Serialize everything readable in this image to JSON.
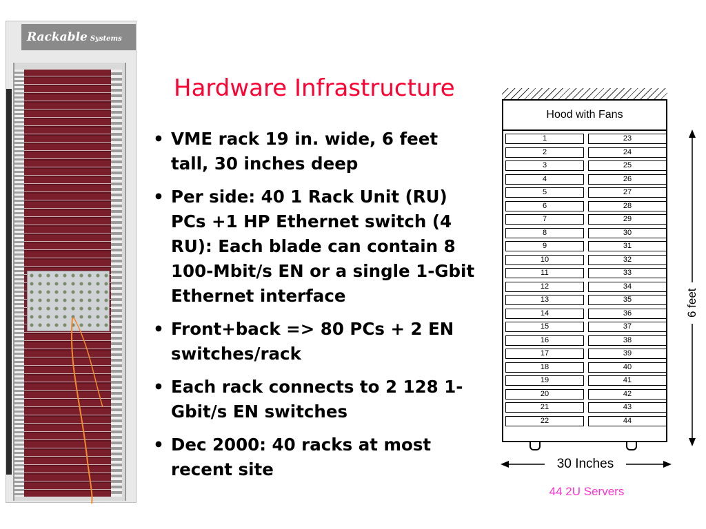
{
  "slide": {
    "title": "Hardware Infrastructure",
    "bullets": [
      "VME rack 19 in. wide,  6 feet tall, 30 inches deep",
      "Per side: 40 1 Rack Unit (RU) PCs +1 HP Ethernet switch (4 RU): Each blade can contain 8 100-Mbit/s EN or a single 1-Gbit Ethernet interface",
      "Front+back => 80 PCs + 2 EN switches/rack",
      "Each rack connects to 2 128 1-Gbit/s EN switches",
      "Dec 2000: 40 racks at most recent site"
    ],
    "bullet_glyph": "•",
    "title_color": "#ff0033"
  },
  "rack_photo": {
    "logo_main": "Rackable",
    "logo_sub": "Systems"
  },
  "diagram": {
    "hood_label": "Hood with Fans",
    "left_slots": [
      "1",
      "2",
      "3",
      "4",
      "5",
      "6",
      "7",
      "8",
      "9",
      "10",
      "11",
      "12",
      "13",
      "14",
      "15",
      "16",
      "17",
      "18",
      "19",
      "20",
      "21",
      "22"
    ],
    "right_slots": [
      "23",
      "24",
      "25",
      "26",
      "27",
      "28",
      "29",
      "30",
      "31",
      "32",
      "33",
      "34",
      "35",
      "36",
      "37",
      "38",
      "39",
      "40",
      "41",
      "42",
      "43",
      "44"
    ],
    "height_label": "6 feet",
    "width_label": "30 Inches",
    "caption": "44 2U Servers",
    "caption_color": "#ff33cc"
  }
}
